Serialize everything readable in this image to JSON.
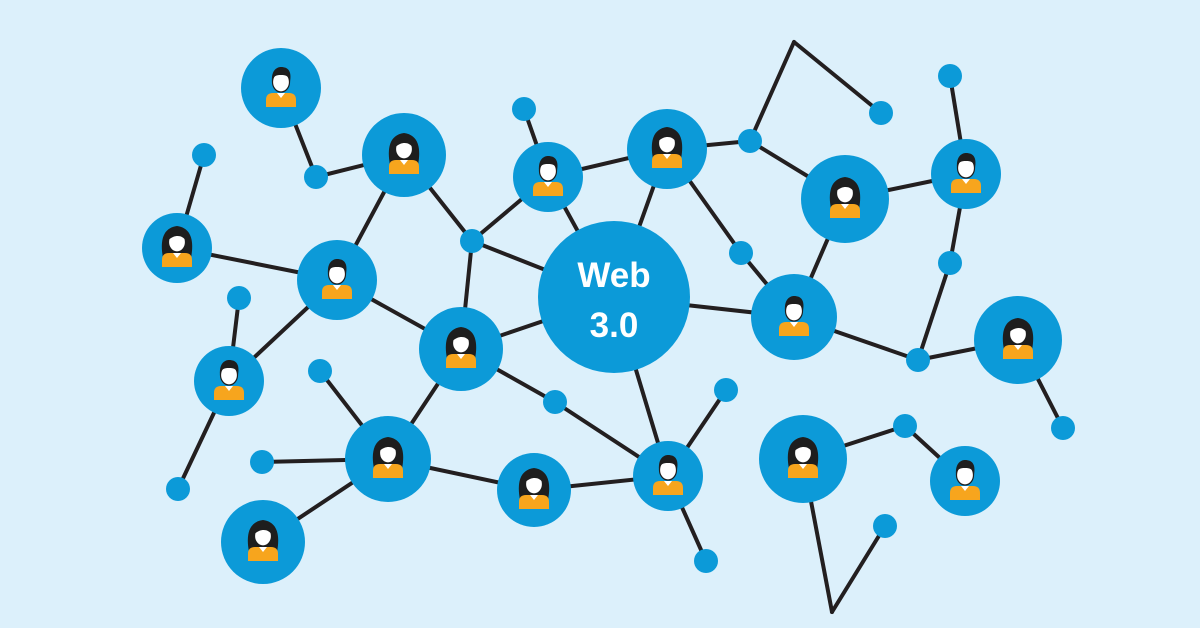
{
  "center": {
    "line1": "Web",
    "line2": "3.0"
  },
  "colors": {
    "background": "#dcf0fb",
    "node": "#0c9ad8",
    "edge": "#231f20",
    "face": "#ffffff",
    "hair": "#1e1e1e",
    "body": "#f7a51d"
  },
  "nodes": [
    {
      "id": "center",
      "kind": "hub"
    },
    {
      "id": "p1",
      "kind": "male"
    },
    {
      "id": "p2",
      "kind": "female"
    },
    {
      "id": "p3",
      "kind": "male"
    },
    {
      "id": "p4",
      "kind": "female"
    },
    {
      "id": "p5",
      "kind": "female"
    },
    {
      "id": "p6",
      "kind": "male"
    },
    {
      "id": "p7",
      "kind": "female"
    },
    {
      "id": "p8",
      "kind": "male"
    },
    {
      "id": "p9",
      "kind": "female"
    },
    {
      "id": "p10",
      "kind": "male"
    },
    {
      "id": "p11",
      "kind": "female"
    },
    {
      "id": "p12",
      "kind": "male"
    },
    {
      "id": "p13",
      "kind": "female"
    },
    {
      "id": "p14",
      "kind": "female"
    },
    {
      "id": "p15",
      "kind": "male"
    },
    {
      "id": "p16",
      "kind": "female"
    },
    {
      "id": "p17",
      "kind": "male"
    },
    {
      "id": "p18",
      "kind": "female"
    },
    {
      "id": "p19",
      "kind": "male"
    },
    {
      "id": "p20",
      "kind": "female"
    }
  ]
}
